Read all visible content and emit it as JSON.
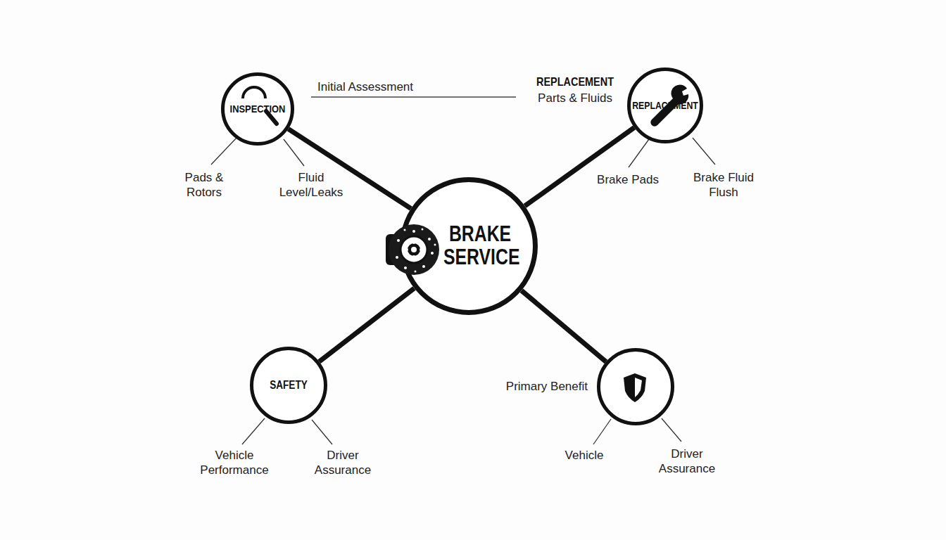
{
  "diagram": {
    "nodes": [
      {
        "text": [
          "INSPECTION"
        ]
      },
      {
        "text": [
          "REPLACEMENT"
        ]
      },
      {
        "text": [
          "BRAKE SERVICE"
        ]
      },
      {
        "text": [
          "SAFETY"
        ]
      },
      {
        "text": [
          "Primary Benefit"
        ]
      }
    ],
    "edges": [
      {
        "from": 2,
        "to": 0,
        "arrow": "none"
      },
      {
        "from": 2,
        "to": 1,
        "arrow": "none"
      },
      {
        "from": 2,
        "to": 3,
        "arrow": "none"
      },
      {
        "from": 2,
        "to": 4,
        "arrow": "none"
      }
    ],
    "labels": [
      "Initial Assessment",
      "REPLACEMENT",
      "Parts & Fluids",
      "Pads & Rotors",
      "Fluid Level/Leaks",
      "Brake Pads",
      "Brake Fluid Flush",
      "Vehicle Performance",
      "Driver Assurance",
      "Vehicle",
      "Driver Assurance"
    ]
  }
}
